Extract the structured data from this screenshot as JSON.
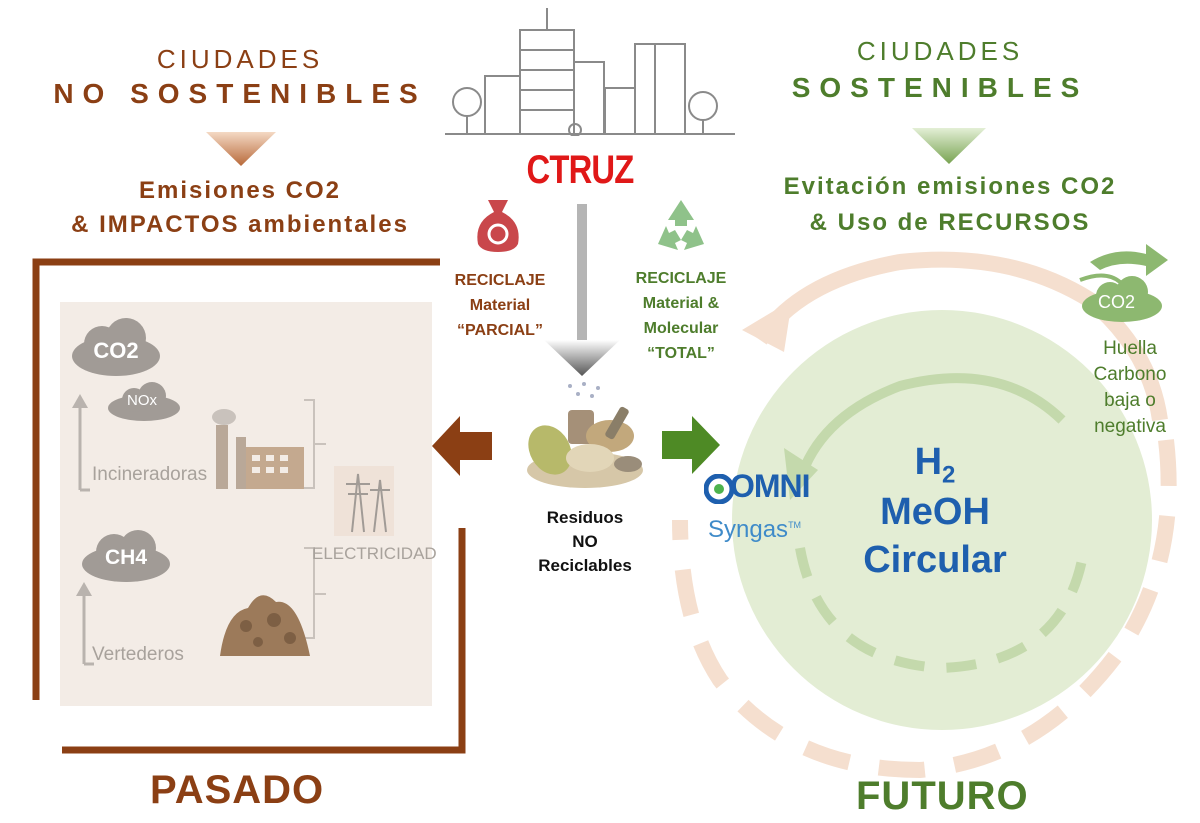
{
  "left": {
    "header_small": "CIUDADES",
    "header_big": "NO SOSTENIBLES",
    "subtitle_line1": "Emisiones CO2",
    "subtitle_line2": "& IMPACTOS ambientales",
    "footer": "PASADO",
    "panel": {
      "co2_label": "CO2",
      "nox_label": "NOx",
      "ch4_label": "CH4",
      "incineradoras_label": "Incineradoras",
      "vertederos_label": "Vertederos",
      "electricidad_label": "ELECTRICIDAD"
    }
  },
  "right": {
    "header_small": "CIUDADES",
    "header_big": "SOSTENIBLES",
    "subtitle_line1": "Evitación emisiones CO2",
    "subtitle_line2": "& Uso de RECURSOS",
    "footer": "FUTURO",
    "huella": {
      "co2_label": "CO2",
      "line1": "Huella",
      "line2": "Carbono",
      "line3": "baja o",
      "line4": "negativa"
    },
    "center": {
      "h2_main": "H",
      "h2_sub": "2",
      "meoh": "MeOH",
      "circular": "Circular"
    },
    "omni_logo": {
      "omni": "OMNI",
      "syngas": "Syngas",
      "tm": "TM"
    }
  },
  "middle": {
    "brand": "CTRUZ",
    "reciclaje_parcial": {
      "line1": "RECICLAJE",
      "line2": "Material",
      "line3": "“PARCIAL”"
    },
    "reciclaje_total": {
      "line1": "RECICLAJE",
      "line2": "Material &",
      "line3": "Molecular",
      "line4": "“TOTAL”"
    },
    "residuos": {
      "line1": "Residuos",
      "line2": "NO",
      "line3": "Reciclables"
    }
  },
  "colors": {
    "brown": "#8b3f14",
    "green": "#4e7d2c",
    "red": "#e01818",
    "blue": "#1e5fae"
  }
}
